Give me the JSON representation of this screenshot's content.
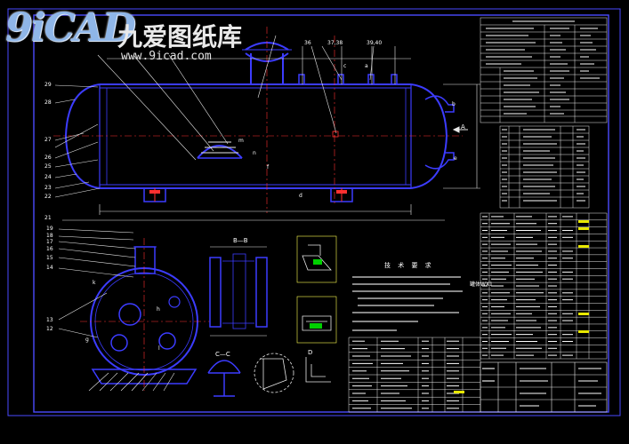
{
  "logo": {
    "mark": "9iCAD",
    "title_cn": "九爱图纸库",
    "url": "www.9icad.com"
  },
  "drawing": {
    "part_callouts_left": [
      "29",
      "28",
      "27",
      "26",
      "25",
      "24",
      "23",
      "22",
      "21"
    ],
    "part_callouts_top": [
      "36",
      "37,38",
      "39,40"
    ],
    "part_callouts_endview": [
      "19",
      "18",
      "17",
      "16",
      "15",
      "14",
      "13",
      "12"
    ],
    "section_labels": {
      "b_b": "B—B",
      "c_c": "C—C",
      "a_view": "A",
      "d_view": "D"
    },
    "nozzle_letters": [
      "a",
      "b",
      "c",
      "d",
      "e",
      "m",
      "n",
      "f",
      "g",
      "k",
      "h",
      "l"
    ],
    "notes_title": "技 术 要 求",
    "right_ref": "罐体WX1"
  },
  "colors": {
    "background": "#000000",
    "border": "#2a2aff",
    "vessel": "#3c3cff",
    "dimension": "#e8e8e8",
    "centerline": "#ff3030",
    "section": "#ffff50",
    "table_text": "#ffffff",
    "hatch": "#00d000"
  }
}
